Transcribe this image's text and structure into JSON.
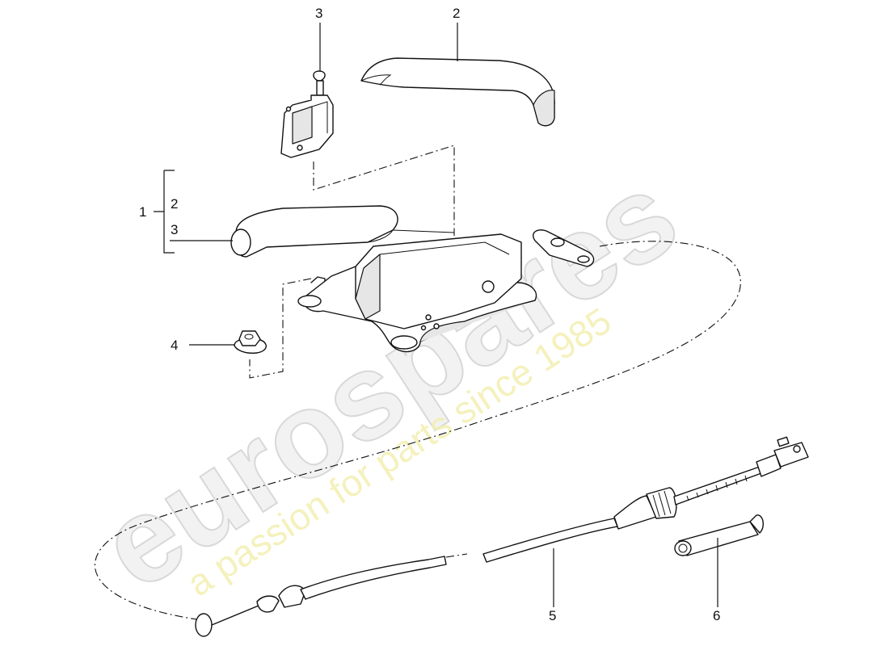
{
  "watermark": {
    "brand": "eurospares",
    "slogan": "a passion for parts since 1985"
  },
  "callouts": {
    "c1": "1",
    "c1_sub_a": "2",
    "c1_sub_b": "3",
    "c2": "2",
    "c3": "3",
    "c4": "4",
    "c5": "5",
    "c6": "6"
  },
  "colors": {
    "line": "#111111",
    "part_fill": "#ffffff",
    "watermark_brand": "#d8d8d8",
    "watermark_slogan": "#f3efb2"
  }
}
